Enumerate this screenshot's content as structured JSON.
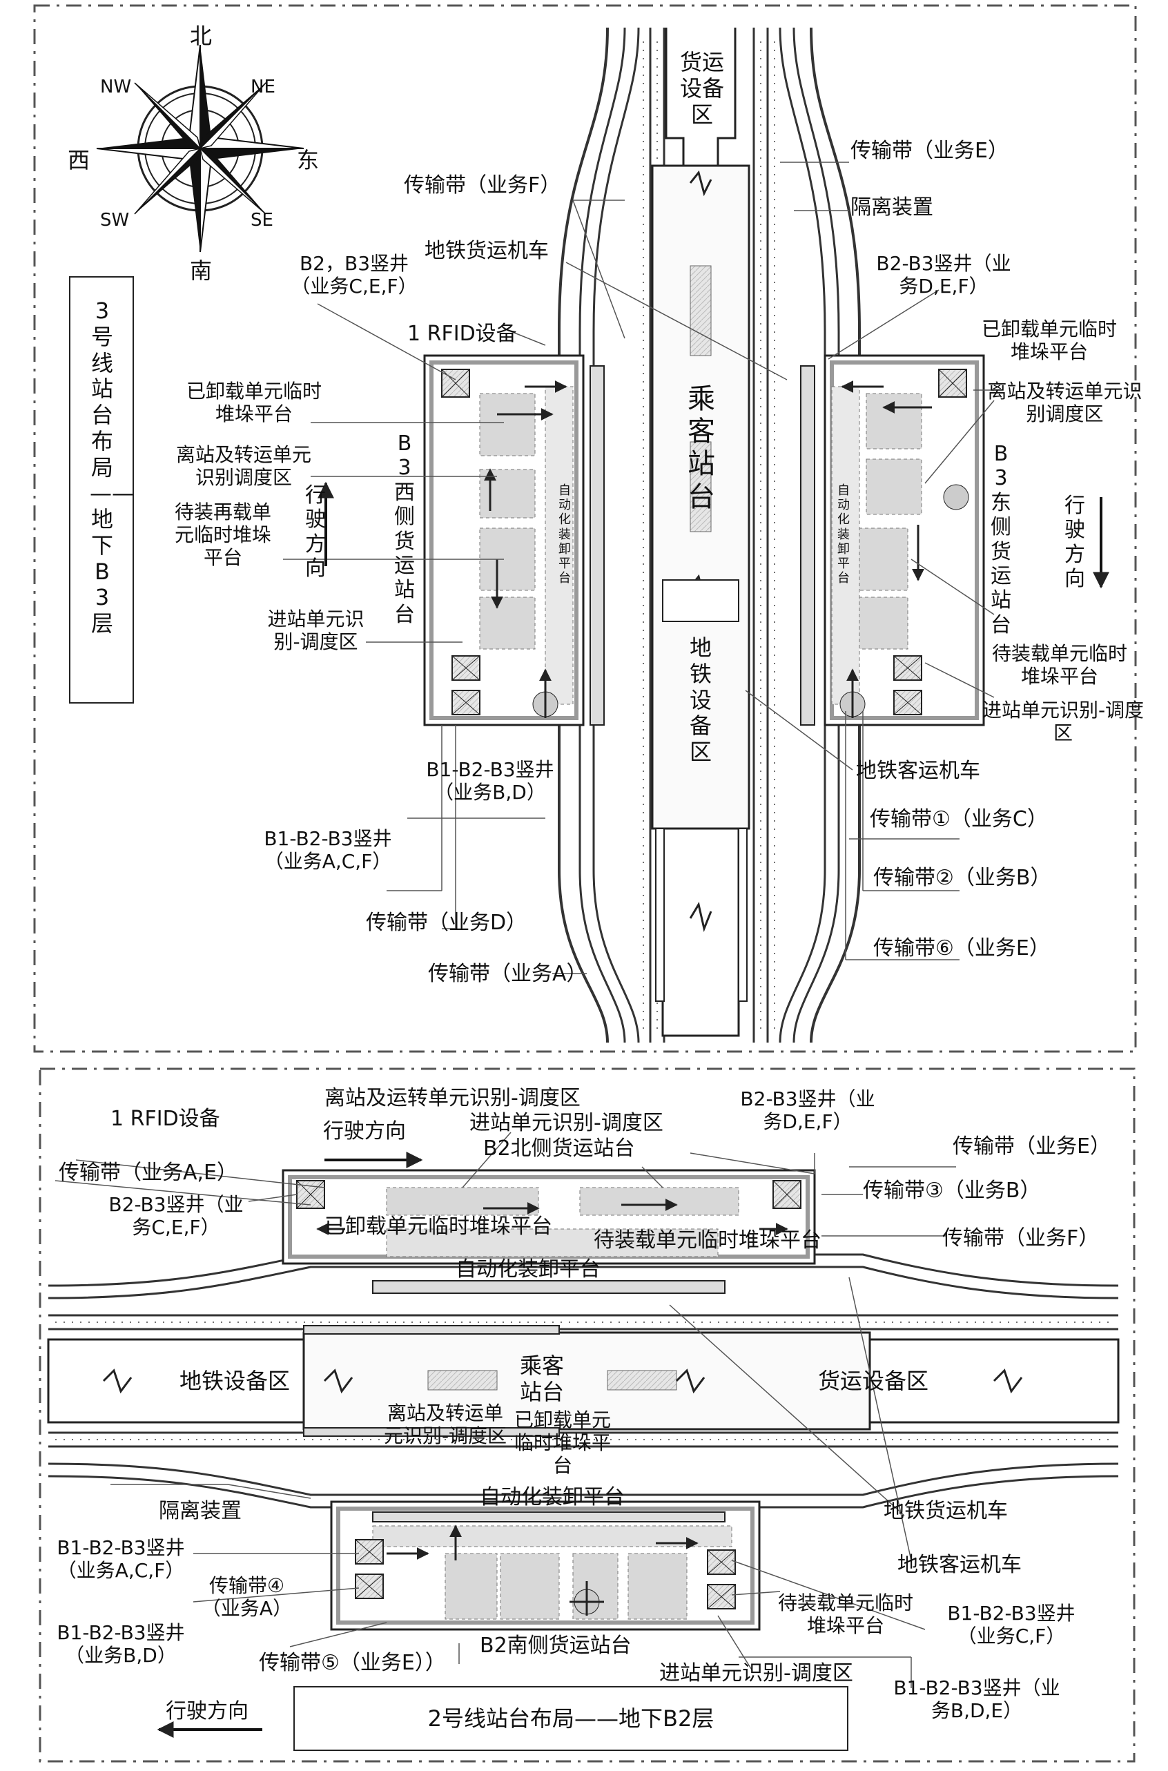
{
  "colors": {
    "line": "#222222",
    "fill_light": "#d9d9d9",
    "fill_dark": "#8a8a8a",
    "wall": "#cfcfcf",
    "track": "#555555"
  },
  "compass": {
    "n": "北",
    "s": "南",
    "e": "东",
    "w": "西",
    "ne": "NE",
    "nw": "NW",
    "se": "SE",
    "sw": "SW"
  },
  "top": {
    "title": "3号线站台布局——地下B3层",
    "freight_equipment": "货运设备区",
    "passenger_platform": "乘客站台",
    "metro_equipment": "地铁设备区",
    "west_platform": "B3西侧货运站台",
    "east_platform": "B3东侧货运站台",
    "west_auto": "自动化装卸平台",
    "east_auto": "自动化装卸平台",
    "west_direction": "行驶方向",
    "east_direction": "行驶方向",
    "labels": {
      "belt_e": "传输带（业务E）",
      "isolation": "隔离装置",
      "belt_f": "传输带（业务F）",
      "freight_loco": "地铁货运机车",
      "shaft_b2b3_cef": "B2，B3竖井（业务C,E,F）",
      "shaft_b2b3_def": "B2-B3竖井（业务D,E,F）",
      "rfid": "1 RFID设备",
      "unloaded_w": "已卸载单元临时堆垛平台",
      "unloaded_e": "已卸载单元临时堆垛平台",
      "depart_w": "离站及转运单元识别调度区",
      "depart_e": "离站及转运单元识别调度区",
      "waiting_reload_w": "待装再载单元临时堆垛平台",
      "waiting_load_e": "待装载单元临时堆垛平台",
      "inbound_w": "进站单元识别-调度区",
      "inbound_e": "进站单元识别-调度区",
      "shaft_b1_bd": "B1-B2-B3竖井（业务B,D）",
      "shaft_b1_acf": "B1-B2-B3竖井（业务A,C,F）",
      "belt_d": "传输带（业务D）",
      "belt_a": "传输带（业务A）",
      "passenger_loco": "地铁客运机车",
      "belt1": "传输带①（业务C）",
      "belt2": "传输带②（业务B）",
      "belt6": "传输带⑥（业务E）"
    }
  },
  "bottom": {
    "title": "2号线站台布局——地下B2层",
    "metro_equipment": "地铁设备区",
    "freight_equipment": "货运设备区",
    "passenger_platform": "乘客站台",
    "north_platform": "B2北侧货运站台",
    "south_platform": "B2南侧货运站台",
    "auto_n": "自动化装卸平台",
    "auto_s": "自动化装卸平台",
    "direction_top": "行驶方向",
    "direction_bottom": "行驶方向",
    "labels": {
      "rfid": "1 RFID设备",
      "depart_top": "离站及运转单元识别-调度区",
      "inbound_top": "进站单元识别-调度区",
      "shaft_def": "B2-B3竖井（业务D,E,F）",
      "belt_e": "传输带（业务E）",
      "belt_ae": "传输带（业务A,E）",
      "belt3": "传输带③（业务B）",
      "shaft_cef": "B2-B3竖井（业务C,E,F）",
      "unloaded_n": "已卸载单元临时堆垛平台",
      "waiting_n": "待装载单元临时堆垛平台",
      "belt_f": "传输带（业务F）",
      "depart_s": "离站及转运单元识别-调度区",
      "unloaded_s": "已卸载单元临时堆垛平台",
      "isolation": "隔离装置",
      "freight_loco": "地铁货运机车",
      "passenger_loco": "地铁客运机车",
      "shaft_acf": "B1-B2-B3竖井（业务A,C,F）",
      "belt4": "传输带④（业务A）",
      "shaft_bd": "B1-B2-B3竖井（业务B,D）",
      "belt5": "传输带⑤（业务E））",
      "waiting_s": "待装载单元临时堆垛平台",
      "shaft_cf": "B1-B2-B3竖井（业务C,F）",
      "inbound_s": "进站单元识别-调度区",
      "shaft_bde": "B1-B2-B3竖井（业务B,D,E）"
    }
  }
}
